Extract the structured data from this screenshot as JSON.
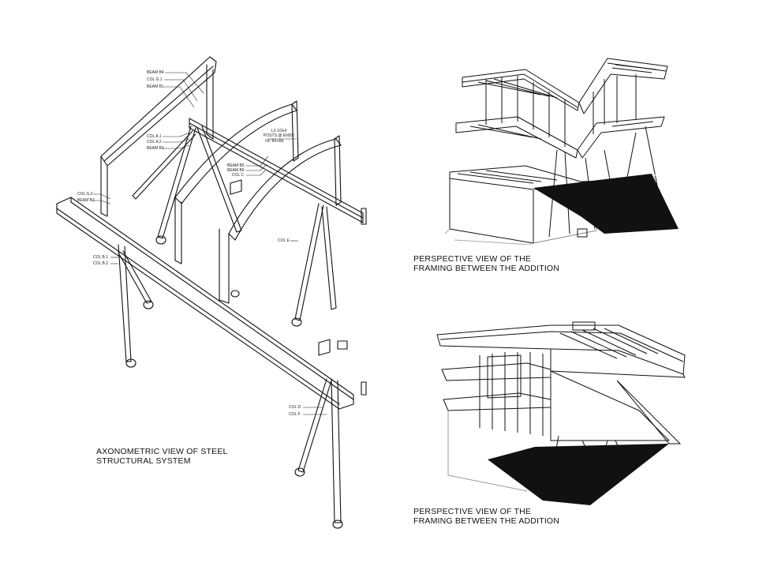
{
  "axonometric": {
    "caption_line1": "AXONOMETRIC VIEW OF STEEL",
    "caption_line2": "STRUCTURAL SYSTEM",
    "labels": {
      "beam_b4": "BEAM B4",
      "col_g1": "COL G.1",
      "beam_b1": "BEAM B1",
      "col_a1": "COL A.1",
      "col_a2": "COL A.2",
      "beam_b3": "BEAM B3",
      "posts_1": "L3 1/2x4",
      "posts_2": "POSTS @ ENDS",
      "posts_3": "OF B5+B6",
      "beam_b5": "BEAM B5",
      "beam_b6": "BEAM B6",
      "col_c": "COL C",
      "col_g2": "COL G.2",
      "beam_b2": "BEAM B2",
      "col_e": "COL E",
      "col_b1": "COL B.1",
      "col_b2": "COL B.2",
      "col_d": "COL D",
      "col_f": "COL F"
    }
  },
  "perspective_top": {
    "caption_line1": "PERSPECTIVE VIEW OF THE",
    "caption_line2": "FRAMING BETWEEN THE ADDITION"
  },
  "perspective_bottom": {
    "caption_line1": "PERSPECTIVE VIEW OF THE",
    "caption_line2": "FRAMING BETWEEN THE ADDITION"
  }
}
